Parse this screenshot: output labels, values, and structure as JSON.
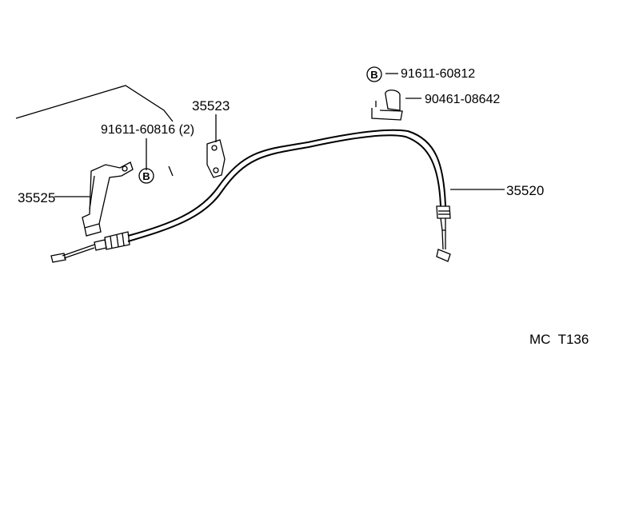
{
  "parts": {
    "p35523": "35523",
    "p91611_60816": "91611-60816 (2)",
    "p35525": "35525",
    "p91611_60812": "91611-60812",
    "p90461_08642": "90461-08642",
    "p35520": "35520"
  },
  "markers": {
    "b_left": "B",
    "b_right": "B"
  },
  "diagram_code": "MC  T136"
}
